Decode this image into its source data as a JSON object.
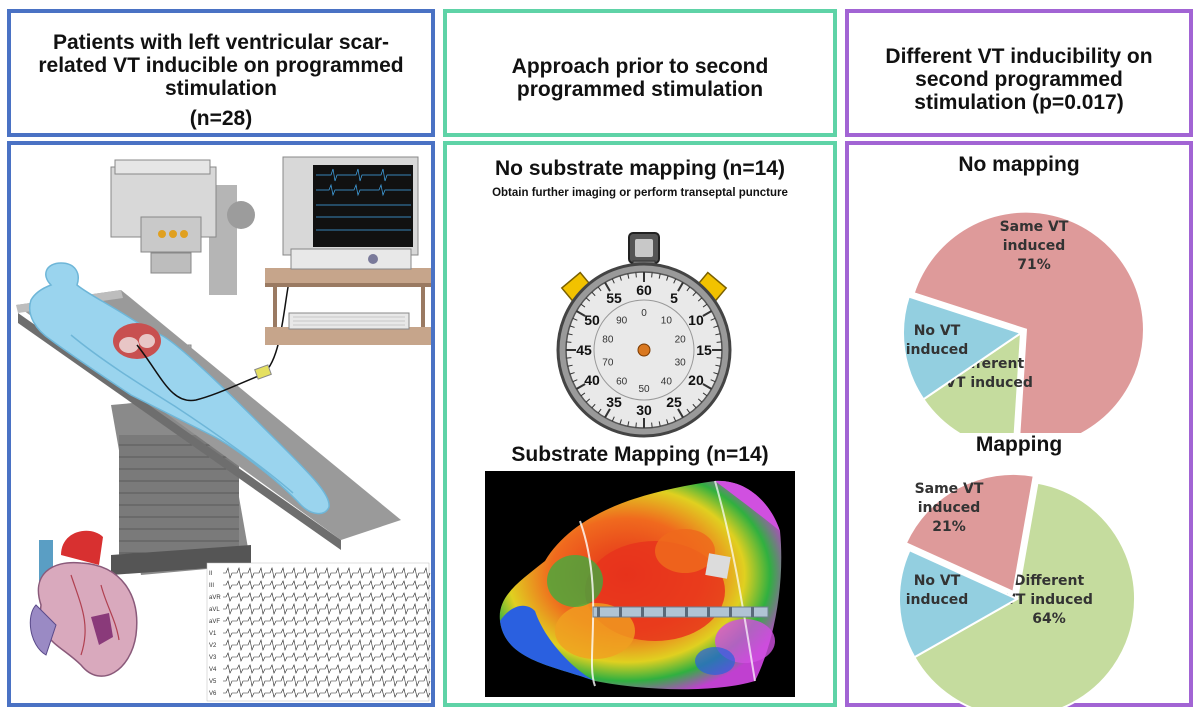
{
  "panels": {
    "left_header": {
      "line1": "Patients with left ventricular scar-",
      "line2": "related VT inducible on programmed",
      "line3": "stimulation",
      "n": "(n=28)"
    },
    "middle_header": {
      "line1": "Approach prior to second",
      "line2": "programmed stimulation"
    },
    "right_header": {
      "line1": "Different VT inducibility on",
      "line2": "second programmed",
      "line3": "stimulation (p=0.017)"
    }
  },
  "middle": {
    "no_mapping_title": "No substrate mapping (n=14)",
    "no_mapping_note": "Obtain further imaging or perform transeptal puncture",
    "mapping_title": "Substrate Mapping (n=14)",
    "stopwatch_outer": [
      "60",
      "5",
      "10",
      "15",
      "20",
      "25",
      "30",
      "35",
      "40",
      "45",
      "50",
      "55"
    ],
    "stopwatch_inner": [
      "0",
      "10",
      "20",
      "30",
      "40",
      "50",
      "60",
      "70",
      "80",
      "90"
    ]
  },
  "ecg_leads": [
    "II",
    "III",
    "aVR",
    "aVL",
    "aVF",
    "V1",
    "V2",
    "V3",
    "V4",
    "V5",
    "V6"
  ],
  "chart_data": [
    {
      "type": "pie",
      "title": "No mapping",
      "slices": [
        {
          "label": "Same VT induced",
          "value": 71,
          "display": "71%",
          "color": "#de9a9a"
        },
        {
          "label": "Different VT induced",
          "value": 14.5,
          "display": "",
          "color": "#c5dc9e"
        },
        {
          "label": "No VT induced",
          "value": 14.5,
          "display": "",
          "color": "#93cfe0"
        }
      ]
    },
    {
      "type": "pie",
      "title": "Mapping",
      "slices": [
        {
          "label": "Different VT induced",
          "value": 64,
          "display": "64%",
          "color": "#c5dc9e"
        },
        {
          "label": "No VT induced",
          "value": 15,
          "display": "",
          "color": "#93cfe0"
        },
        {
          "label": "Same VT induced",
          "value": 21,
          "display": "21%",
          "color": "#de9a9a"
        }
      ]
    }
  ]
}
